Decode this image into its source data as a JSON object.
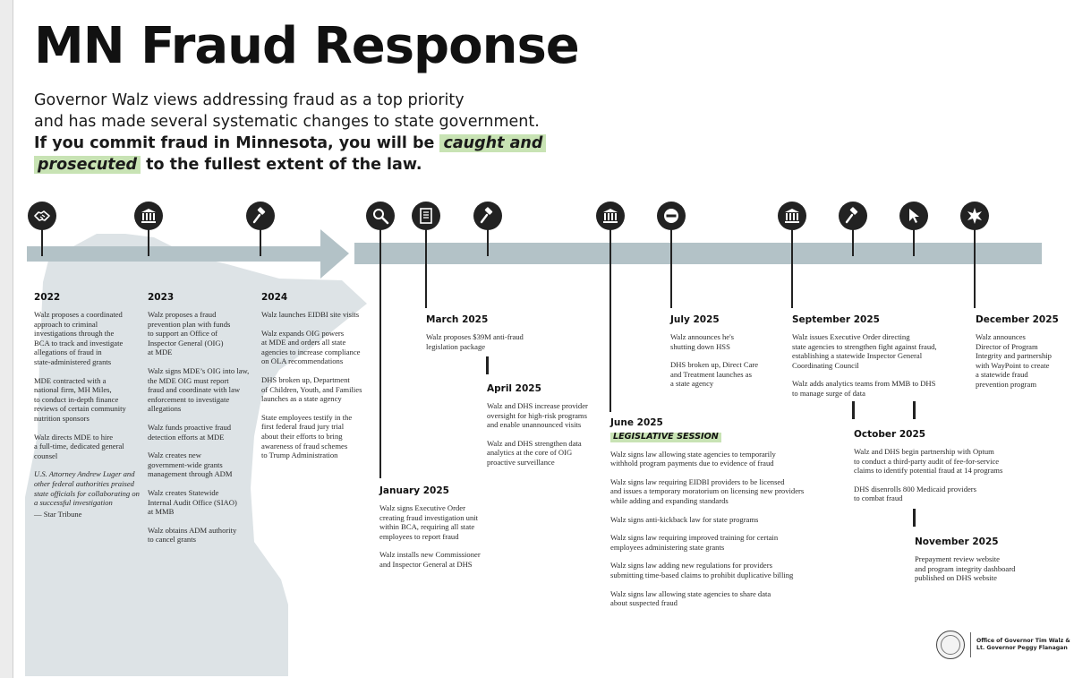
{
  "title": "MN Fraud Response",
  "intro": {
    "line1": "Governor Walz views addressing fraud as a top priority",
    "line2": "and has made several systematic changes to state government.",
    "line3_a": "If you commit fraud in Minnesota, you will be ",
    "line3_hl": "caught and",
    "line4_hl": "prosecuted",
    "line4_b": " to the fullest extent of the law."
  },
  "colors": {
    "bar": "#b3c2c7",
    "state_shape": "#dde3e6",
    "highlight": "#c8e3b4",
    "icon": "#222222"
  },
  "icons": [
    "handshake-icon",
    "bank-icon",
    "gavel-icon",
    "magnifier-icon",
    "document-icon",
    "gavel-icon",
    "bank-icon",
    "prohibited-icon",
    "bank-icon",
    "gavel-icon",
    "cursor-icon",
    "starburst-icon"
  ],
  "timeline": {
    "y2022": {
      "date": "2022",
      "items": [
        "Walz proposes a coordinated\napproach to criminal\ninvestigations through the\nBCA to track and investigate\nallegations of fraud in\nstate-administered grants",
        "MDE contracted with a\nnational firm, MH Miles,\nto conduct in-depth finance\nreviews of certain community\nnutrition sponsors",
        "Walz directs MDE to hire\na full-time, dedicated general\ncounsel"
      ],
      "quote": "U.S. Attorney Andrew Luger and\nother federal authorities praised\nstate officials for collaborating on\na successful investigation",
      "quote_source": "— Star Tribune"
    },
    "y2023": {
      "date": "2023",
      "items": [
        "Walz proposes a fraud\nprevention plan with funds\nto support an Office of\nInspector General (OIG)\nat MDE",
        "Walz signs MDE’s OIG into law,\nthe MDE OIG must report\nfraud and coordinate with law\nenforcement to investigate\nallegations",
        "Walz funds proactive fraud\ndetection efforts at MDE",
        "Walz creates new\ngovernment-wide grants\nmanagement through ADM",
        "Walz creates Statewide\nInternal Audit Office (SIAO)\nat MMB",
        "Walz obtains ADM authority\nto cancel grants"
      ]
    },
    "y2024": {
      "date": "2024",
      "items": [
        "Walz launches EIDBI site visits",
        "Walz expands OIG powers\nat MDE and orders all state\nagencies to increase compliance\non OLA recommendations",
        "DHS broken up, Department\nof Children, Youth, and Families\nlaunches as a state agency",
        "State employees testify in the\nfirst federal fraud jury trial\nabout their efforts to bring\nawareness of fraud schemes\nto Trump Administration"
      ]
    },
    "jan2025": {
      "date": "January 2025",
      "items": [
        "Walz signs Executive Order\ncreating fraud investigation unit\nwithin BCA, requiring all state\nemployees to report fraud",
        "Walz installs new Commissioner\nand Inspector General at DHS"
      ]
    },
    "mar2025": {
      "date": "March 2025",
      "items": [
        "Walz proposes $39M anti-fraud\nlegislation package"
      ]
    },
    "apr2025": {
      "date": "April 2025",
      "items": [
        "Walz and DHS increase provider\noversight for high-risk programs\nand enable unannounced visits",
        "Walz and DHS strengthen data\nanalytics at the core of OIG\nproactive surveillance"
      ]
    },
    "jun2025": {
      "date": "June 2025",
      "subtitle": "LEGISLATIVE SESSION",
      "items": [
        "Walz signs law allowing state agencies to temporarily\nwithhold program payments due to evidence of fraud",
        "Walz signs law requiring EIDBI providers to be licensed\nand issues a temporary moratorium on licensing new providers\nwhile adding and expanding standards",
        "Walz signs anti-kickback law for state programs",
        "Walz signs law requiring improved training for certain\nemployees administering state grants",
        "Walz signs law adding new regulations for providers\nsubmitting time-based claims to prohibit duplicative billing",
        "Walz signs law allowing state agencies to share data\nabout suspected fraud"
      ]
    },
    "jul2025": {
      "date": "July 2025",
      "items": [
        "Walz announces he's\nshutting down HSS",
        "DHS broken up, Direct Care\nand Treatment launches as\na state agency"
      ]
    },
    "sep2025": {
      "date": "September 2025",
      "items": [
        "Walz issues Executive Order directing\nstate agencies to strengthen fight against fraud,\nestablishing a statewide Inspector General\nCoordinating Council",
        "Walz adds analytics teams from MMB to DHS\nto manage surge of data"
      ]
    },
    "oct2025": {
      "date": "October 2025",
      "items": [
        "Walz and DHS begin partnership with Optum\nto conduct a third-party audit of fee-for-service\nclaims to identify potential fraud at 14 programs",
        "DHS disenrolls 800 Medicaid providers\nto combat fraud"
      ]
    },
    "nov2025": {
      "date": "November 2025",
      "items": [
        "Prepayment review website\nand program integrity dashboard\npublished on DHS website"
      ]
    },
    "dec2025": {
      "date": "December 2025",
      "items": [
        "Walz announces\nDirector of Program\nIntegrity and partnership\nwith WayPoint to create\na statewide fraud\nprevention program"
      ]
    }
  },
  "footer": {
    "office": "Office of Governor Tim Walz &\nLt. Governor Peggy Flanagan"
  }
}
